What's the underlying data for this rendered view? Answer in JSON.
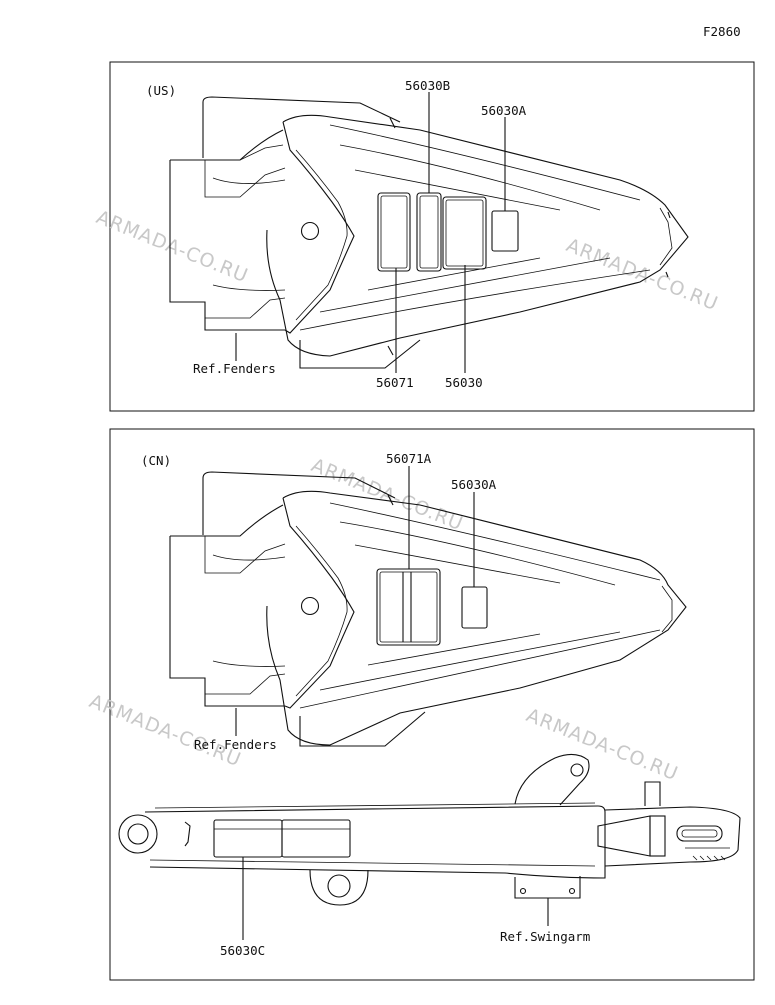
{
  "figure_code": "F2860",
  "watermark": "ARMADA-CO.RU",
  "panels": {
    "us": {
      "region_label": "(US)",
      "callouts": {
        "p56030B": "56030B",
        "p56030A": "56030A",
        "p56071": "56071",
        "p56030": "56030",
        "ref_fenders": "Ref.Fenders"
      }
    },
    "cn": {
      "region_label": "(CN)",
      "callouts": {
        "p56071A": "56071A",
        "p56030A": "56030A",
        "ref_fenders": "Ref.Fenders",
        "p56030C": "56030C",
        "ref_swingarm": "Ref.Swingarm"
      }
    }
  }
}
